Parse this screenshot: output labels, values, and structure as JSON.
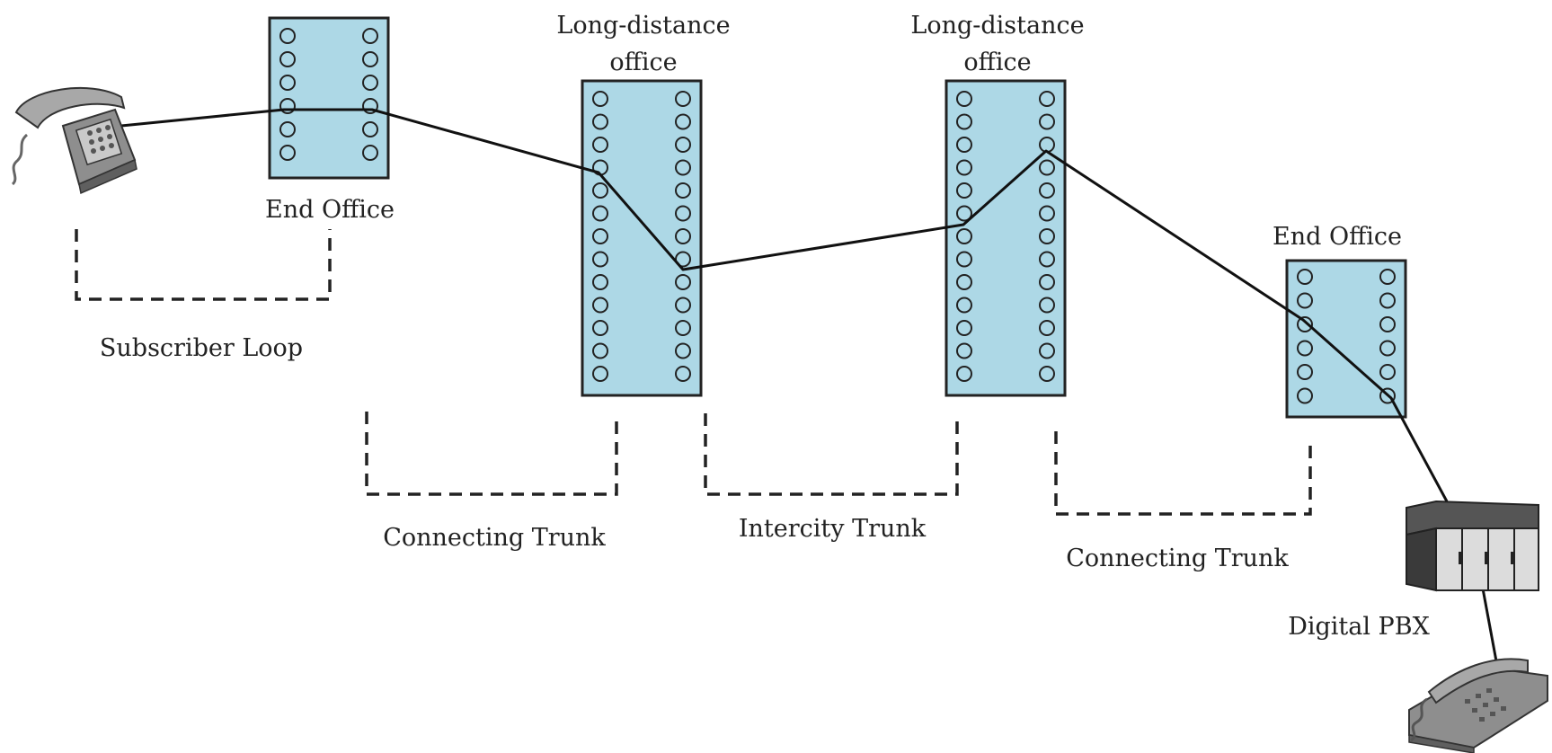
{
  "labels": {
    "end_office_left": "End Office",
    "ld_office_1_line1": "Long-distance",
    "ld_office_1_line2": "office",
    "ld_office_2_line1": "Long-distance",
    "ld_office_2_line2": "office",
    "end_office_right": "End Office",
    "subscriber_loop": "Subscriber Loop",
    "connecting_trunk_left": "Connecting Trunk",
    "intercity_trunk": "Intercity Trunk",
    "connecting_trunk_right": "Connecting Trunk",
    "digital_pbx": "Digital PBX"
  },
  "colors": {
    "office_fill": "#add8e6",
    "line": "#111111",
    "phone_body": "#8e8e8e"
  },
  "icons": {
    "left_telephone": "telephone-icon",
    "right_telephone": "telephone-icon",
    "pbx": "pbx-cabinet-icon"
  }
}
